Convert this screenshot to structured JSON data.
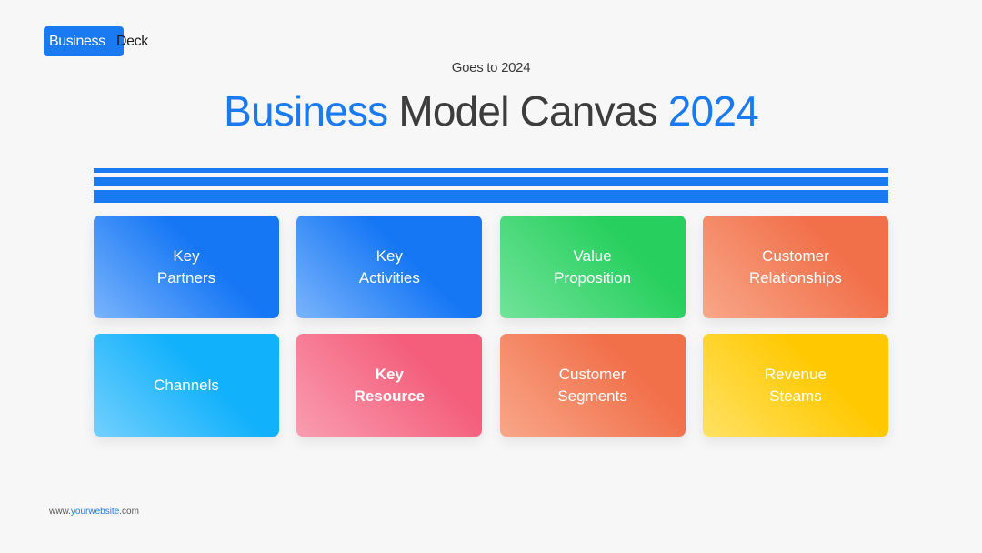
{
  "logo": {
    "primary": "Business",
    "secondary": "Deck"
  },
  "header": {
    "subtitle": "Goes to 2024",
    "title_part1": "Business",
    "title_part2": " Model Canvas ",
    "title_part3": "2024"
  },
  "cards": [
    {
      "label": "Key\nPartners"
    },
    {
      "label": "Key\nActivities"
    },
    {
      "label": "Value\nProposition"
    },
    {
      "label": "Customer\nRelationships"
    },
    {
      "label": "Channels"
    },
    {
      "label": "Key\nResource"
    },
    {
      "label": "Customer\nSegments"
    },
    {
      "label": "Revenue\nSteams"
    }
  ],
  "footer": {
    "prefix": "www.",
    "domain": "yourwebsite",
    "suffix": ".com"
  },
  "colors": {
    "accent": "#1a7af2",
    "blue": "#1677f5",
    "green": "#27d05e",
    "coral": "#f1704a",
    "cyan": "#11b1fb",
    "pink": "#f45e7b",
    "yellow": "#ffc800"
  }
}
